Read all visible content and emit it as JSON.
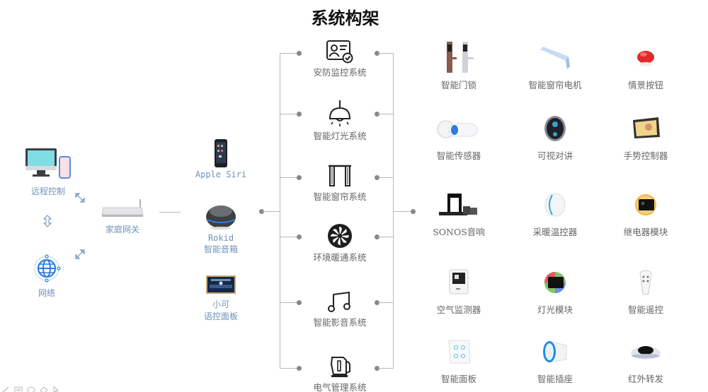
{
  "title": "系统构架",
  "left": {
    "remote": {
      "label": "远程控制",
      "icon": "computer-phone-icon"
    },
    "network": {
      "label": "网络",
      "icon": "globe-icon"
    },
    "gateway": {
      "label": "家庭网关",
      "icon": "router-icon"
    },
    "arrows": [
      "expand-arrow-icon",
      "vertical-arrow-icon",
      "expand-arrow-icon"
    ]
  },
  "voice": [
    {
      "line1": "Apple Siri",
      "line2": "",
      "icon": "smartphone-icon"
    },
    {
      "line1": "Rokid",
      "line2": "智能音箱",
      "icon": "smart-speaker-icon"
    },
    {
      "line1": "小可",
      "line2": "语控面板",
      "icon": "voice-panel-icon"
    }
  ],
  "systems": [
    {
      "label": "安防监控系统",
      "icon": "id-card-check-icon"
    },
    {
      "label": "智能灯光系统",
      "icon": "pendant-lamp-icon"
    },
    {
      "label": "智能窗帘系统",
      "icon": "curtain-icon"
    },
    {
      "label": "环境暖通系统",
      "icon": "fan-icon"
    },
    {
      "label": "智能影音系统",
      "icon": "music-note-icon"
    },
    {
      "label": "电气管理系统",
      "icon": "kettle-icon"
    }
  ],
  "devices": [
    {
      "label": "智能门锁",
      "icon": "door-lock-icon"
    },
    {
      "label": "智能窗帘电机",
      "icon": "curtain-motor-icon"
    },
    {
      "label": "情景按钮",
      "icon": "scene-button-icon"
    },
    {
      "label": "智能传感器",
      "icon": "sensor-icon"
    },
    {
      "label": "可视对讲",
      "icon": "video-intercom-icon"
    },
    {
      "label": "手势控制器",
      "icon": "gesture-controller-icon"
    },
    {
      "label": "SONOS音响",
      "icon": "sonos-speaker-icon"
    },
    {
      "label": "采暖温控器",
      "icon": "thermostat-icon"
    },
    {
      "label": "继电器模块",
      "icon": "relay-module-icon"
    },
    {
      "label": "空气监测器",
      "icon": "air-monitor-icon"
    },
    {
      "label": "灯光模块",
      "icon": "light-module-icon"
    },
    {
      "label": "智能遥控",
      "icon": "remote-control-icon"
    },
    {
      "label": "智能面板",
      "icon": "smart-panel-icon"
    },
    {
      "label": "智能插座",
      "icon": "smart-plug-icon"
    },
    {
      "label": "红外转发",
      "icon": "ir-blaster-icon"
    }
  ],
  "toolbar": [
    "pen-icon",
    "highlighter-icon",
    "lasso-icon",
    "eraser-icon",
    "pointer-icon"
  ]
}
